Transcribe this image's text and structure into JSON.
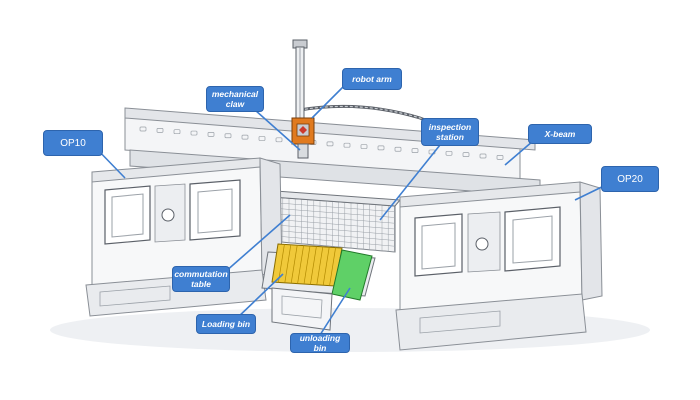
{
  "diagram": {
    "labels": {
      "op10": "OP10",
      "op20": "OP20",
      "mechanical_claw": "mechanical\nclaw",
      "robot_arm": "robot arm",
      "inspection_station": "inspection\nstation",
      "x_beam": "X-beam",
      "commutation_table": "commutation\ntable",
      "loading_bin": "Loading bin",
      "unloading_bin": "unloading bin"
    },
    "colors": {
      "callout_fill": "#3f7fd1",
      "callout_text": "#ffffff",
      "leader_line": "#3f7fd1",
      "machine_line": "#8a8f96",
      "robot_orange": "#e07a1f",
      "loading_yellow": "#e3b400",
      "unloading_green": "#3fbf4a"
    }
  }
}
